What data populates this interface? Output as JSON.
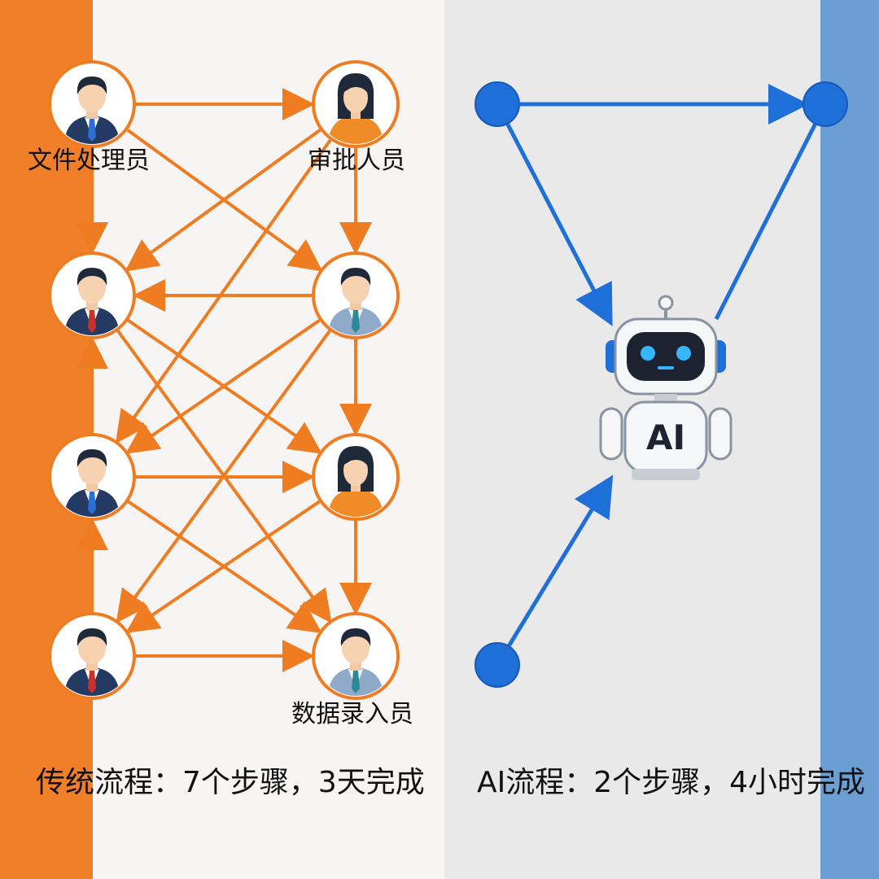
{
  "traditional": {
    "role_labels": {
      "document_handler": "文件处理员",
      "approver": "审批人员",
      "data_entry": "数据录入员"
    },
    "caption": "传统流程：7个步骤，3天完成",
    "accent_color": "#f07c22"
  },
  "ai": {
    "robot_label": "AI",
    "caption": "AI流程：2个步骤，4小时完成",
    "accent_color": "#1f6fd8"
  },
  "people": [
    {
      "col": "L",
      "row": 0,
      "gender": "male",
      "suit": "navy",
      "tie": "blue"
    },
    {
      "col": "R",
      "row": 0,
      "gender": "female",
      "suit": "orange",
      "tie": ""
    },
    {
      "col": "L",
      "row": 1,
      "gender": "male",
      "suit": "navy",
      "tie": "red"
    },
    {
      "col": "R",
      "row": 1,
      "gender": "male",
      "suit": "lightblue",
      "tie": "teal"
    },
    {
      "col": "L",
      "row": 2,
      "gender": "male",
      "suit": "navy",
      "tie": "blue"
    },
    {
      "col": "R",
      "row": 2,
      "gender": "female",
      "suit": "orange",
      "tie": ""
    },
    {
      "col": "L",
      "row": 3,
      "gender": "male",
      "suit": "navy",
      "tie": "red"
    },
    {
      "col": "R",
      "row": 3,
      "gender": "male",
      "suit": "lightblue",
      "tie": "teal"
    }
  ],
  "traditional_arrows": [
    [
      "L0",
      "R0"
    ],
    [
      "L0",
      "L1"
    ],
    [
      "R0",
      "R1"
    ],
    [
      "L0",
      "R1"
    ],
    [
      "R0",
      "L2"
    ],
    [
      "R1",
      "L1"
    ],
    [
      "L1",
      "R2"
    ],
    [
      "R1",
      "R2"
    ],
    [
      "R1",
      "L2"
    ],
    [
      "L2",
      "R2"
    ],
    [
      "L2",
      "L1"
    ],
    [
      "L2",
      "R3"
    ],
    [
      "R2",
      "L3"
    ],
    [
      "R2",
      "R3"
    ],
    [
      "L1",
      "R3"
    ],
    [
      "R1",
      "L3"
    ],
    [
      "L3",
      "L2"
    ],
    [
      "L3",
      "R3"
    ],
    [
      "R0",
      "L1"
    ]
  ],
  "ai_arrows": [
    [
      "TL",
      "TR"
    ],
    [
      "TL",
      "ROBOT_TOP"
    ],
    [
      "TR",
      "ROBOT_TOP_R"
    ],
    [
      "BL",
      "ROBOT_BOTTOM"
    ]
  ]
}
